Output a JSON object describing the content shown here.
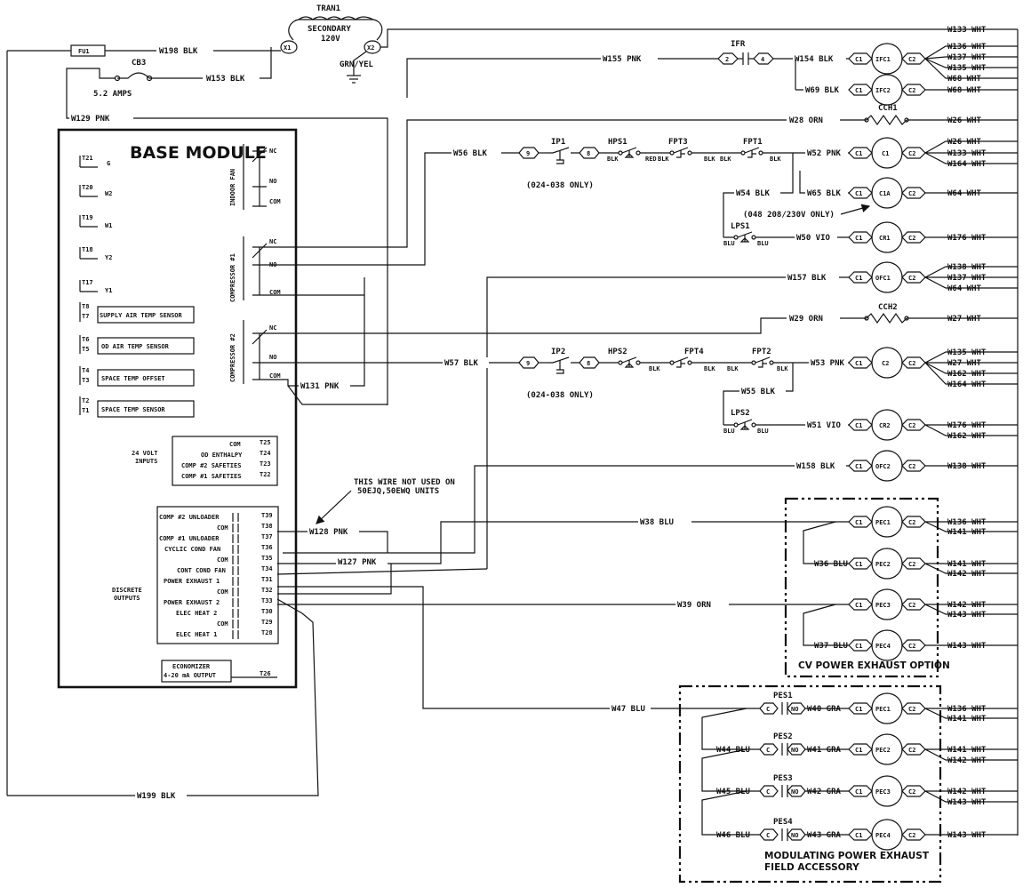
{
  "title": "BASE MODULE",
  "transformer": {
    "name": "TRAN1",
    "secondary": "SECONDARY",
    "voltage": "120V",
    "x1": "X1",
    "x2": "X2",
    "ground": "GRN/YEL"
  },
  "fuse": "FU1",
  "breaker": {
    "name": "CB3",
    "rating": "5.2 AMPS"
  },
  "wires": {
    "w198": "W198 BLK",
    "w153": "W153 BLK",
    "w129": "W129 PNK",
    "w133": "W133 WHT",
    "w155": "W155 PNK",
    "w154": "W154 BLK",
    "w69": "W69 BLK",
    "w136a": "W136 WHT",
    "w137a": "W137 WHT",
    "w135a": "W135 WHT",
    "w68a": "W68 WHT",
    "w68b": "W68 WHT",
    "w28": "W28 ORN",
    "w26a": "W26 WHT",
    "w56": "W56 BLK",
    "w52": "W52 PNK",
    "w26b": "W26 WHT",
    "w133b": "W133 WHT",
    "w164a": "W164 WHT",
    "w54": "W54 BLK",
    "w65": "W65 BLK",
    "w64a": "W64 WHT",
    "w50": "W50 VIO",
    "w176a": "W176 WHT",
    "w157": "W157 BLK",
    "w138a": "W138 WHT",
    "w137b": "W137 WHT",
    "w64b": "W64 WHT",
    "w29": "W29 ORN",
    "w27a": "W27 WHT",
    "w57": "W57 BLK",
    "w53": "W53 PNK",
    "w131": "W131 PNK",
    "w135b": "W135 WHT",
    "w27b": "W27 WHT",
    "w162a": "W162 WHT",
    "w164b": "W164 WHT",
    "w55": "W55 BLK",
    "w51": "W51 VIO",
    "w176b": "W176 WHT",
    "w162b": "W162 WHT",
    "w158": "W158 BLK",
    "w138b": "W138 WHT",
    "w128": "W128 PNK",
    "w127": "W127 PNK",
    "w38": "W38 BLU",
    "w136b": "W136 WHT",
    "w141a": "W141 WHT",
    "w36": "W36 BLU",
    "w141b": "W141 WHT",
    "w142a": "W142 WHT",
    "w39": "W39 ORN",
    "w142b": "W142 WHT",
    "w143a": "W143 WHT",
    "w37": "W37 BLU",
    "w143b": "W143 WHT",
    "w47": "W47 BLU",
    "w40": "W40 GRA",
    "w136c": "W136 WHT",
    "w141c": "W141 WHT",
    "w44": "W44 BLU",
    "w41": "W41 GRA",
    "w141d": "W141 WHT",
    "w142c": "W142 WHT",
    "w45": "W45 BLU",
    "w42": "W42 GRA",
    "w142d": "W142 WHT",
    "w143c": "W143 WHT",
    "w46": "W46 BLU",
    "w43": "W43 GRA",
    "w143d": "W143 WHT",
    "w199": "W199 BLK"
  },
  "components": {
    "ifr": "IFR",
    "ifr_l": "2",
    "ifr_r": "4",
    "c1": "C1",
    "c2": "C2",
    "ifc1": "IFC1",
    "ifc2": "IFC2",
    "cch1": "CCH1",
    "cch2": "CCH2",
    "ip1": "IP1",
    "hps1": "HPS1",
    "fpt3": "FPT3",
    "fpt1": "FPT1",
    "n9": "9",
    "n8": "8",
    "ip2": "IP2",
    "hps2": "HPS2",
    "fpt4": "FPT4",
    "fpt2": "FPT2",
    "cc1": "C1",
    "c1a": "C1A",
    "cr1": "CR1",
    "ofc1": "OFC1",
    "cc2": "C2",
    "cr2": "CR2",
    "ofc2": "OFC2",
    "lps1": "LPS1",
    "lps2": "LPS2",
    "blk": "BLK",
    "red": "RED",
    "blu": "BLU",
    "only1": "(024-038 ONLY)",
    "only2": "(024-038 ONLY)",
    "only3": "(048 208/230V ONLY)",
    "pec1": "PEC1",
    "pec2": "PEC2",
    "pec3": "PEC3",
    "pec4": "PEC4",
    "pes1": "PES1",
    "pes2": "PES2",
    "pes3": "PES3",
    "pes4": "PES4",
    "c": "C",
    "no": "NO"
  },
  "relays": {
    "indoor_fan": "INDOOR FAN",
    "compressor1": "COMPRESSOR #1",
    "compressor2": "COMPRESSOR #2",
    "nc": "NC",
    "no": "NO",
    "com": "COM"
  },
  "left_terminals": {
    "t21": "T21",
    "g": "G",
    "t20": "T20",
    "w2": "W2",
    "t19": "T19",
    "w1": "W1",
    "t18": "T18",
    "y2": "Y2",
    "t17": "T17",
    "y1": "Y1"
  },
  "sensors": {
    "s1": {
      "t8": "T8",
      "t7": "T7",
      "label": "SUPPLY AIR TEMP SENSOR"
    },
    "s2": {
      "t6": "T6",
      "t5": "T5",
      "label": "OD AIR TEMP SENSOR"
    },
    "s3": {
      "t4": "T4",
      "t3": "T3",
      "label": "SPACE TEMP OFFSET"
    },
    "s4": {
      "t2": "T2",
      "t1": "T1",
      "label": "SPACE TEMP SENSOR"
    }
  },
  "inputs": {
    "title1": "24 VOLT",
    "title2": "INPUTS",
    "rows": [
      [
        "COM",
        "T25"
      ],
      [
        "OD ENTHALPY",
        "T24"
      ],
      [
        "COMP #2 SAFETIES",
        "T23"
      ],
      [
        "COMP #1 SAFETIES",
        "T22"
      ]
    ]
  },
  "outputs": {
    "title1": "DISCRETE",
    "title2": "OUTPUTS",
    "rows": [
      [
        "COMP #2 UNLOADER",
        "T39"
      ],
      [
        "COM",
        "T38"
      ],
      [
        "COMP #1 UNLOADER",
        "T37"
      ],
      [
        "CYCLIC COND FAN",
        "T36"
      ],
      [
        "COM",
        "T35"
      ],
      [
        "CONT COND FAN",
        "T34"
      ],
      [
        "POWER EXHAUST 1",
        "T31"
      ],
      [
        "COM",
        "T32"
      ],
      [
        "POWER EXHAUST 2",
        "T33"
      ],
      [
        "ELEC HEAT 2",
        "T30"
      ],
      [
        "COM",
        "T29"
      ],
      [
        "ELEC HEAT 1",
        "T28"
      ]
    ]
  },
  "economizer": {
    "l1": "ECONOMIZER",
    "l2": "4-20 mA OUTPUT",
    "t": "T26"
  },
  "note": {
    "l1": "THIS WIRE NOT USED ON",
    "l2": "50EJQ,50EWQ UNITS"
  },
  "options": {
    "cv": "CV POWER EXHAUST OPTION",
    "mod1": "MODULATING POWER EXHAUST",
    "mod2": "FIELD ACCESSORY"
  }
}
